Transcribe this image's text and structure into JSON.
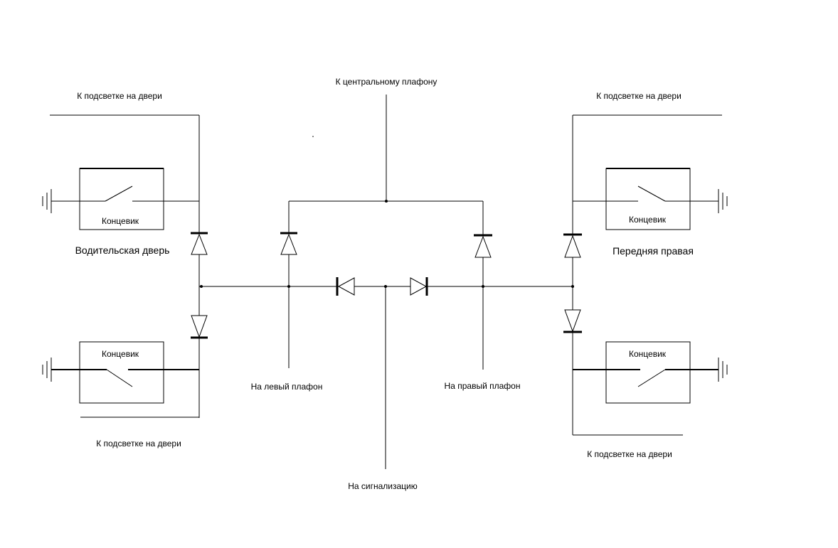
{
  "labels": {
    "central_lamp": "К центральному плафону",
    "door_light_top_left": "К подсветке на двери",
    "door_light_top_right": "К подсветке на двери",
    "door_light_bottom_left": "К подсветке на двери",
    "door_light_bottom_right": "К подсветке на двери",
    "driver_door": "Водительская дверь",
    "front_right": "Передняя правая",
    "switch_top_left": "Концевик",
    "switch_top_right": "Концевик",
    "switch_bottom_left": "Концевик",
    "switch_bottom_right": "Концевик",
    "left_lamp": "На левый плафон",
    "right_lamp": "На правый плафон",
    "alarm": "На сигнализацию"
  },
  "colors": {
    "line": "#000000",
    "background": "#ffffff"
  }
}
